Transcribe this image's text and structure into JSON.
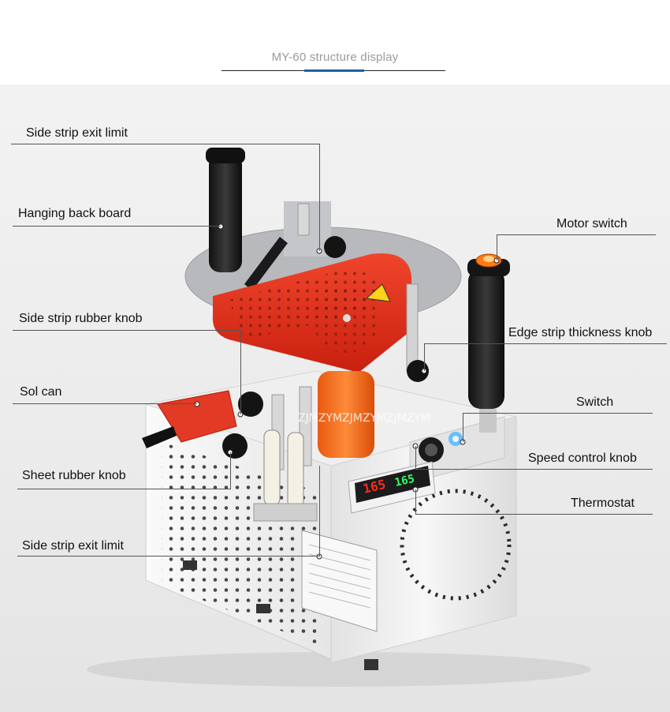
{
  "header": {
    "title": "MY-60 structure display"
  },
  "watermark": "ZJMZYMZJMZYMZJMZYM",
  "panel": {
    "display_left": "165",
    "display_right": "165"
  },
  "labels": {
    "side_strip_exit_limit_top": "Side strip exit limit",
    "hanging_back_board": "Hanging back board",
    "side_strip_rubber_knob": "Side strip rubber knob",
    "sol_can": "Sol can",
    "sheet_rubber_knob": "Sheet rubber knob",
    "side_strip_exit_limit_bottom": "Side strip exit limit",
    "motor_switch": "Motor switch",
    "edge_strip_thickness_knob": "Edge strip thickness knob",
    "switch": "Switch",
    "speed_control_knob": "Speed control knob",
    "thermostat": "Thermostat"
  },
  "colors": {
    "accent_blue": "#1f5fa8",
    "machine_red": "#e8321e",
    "roller_orange": "#f26a1b",
    "body_white": "#f4f4f4"
  }
}
